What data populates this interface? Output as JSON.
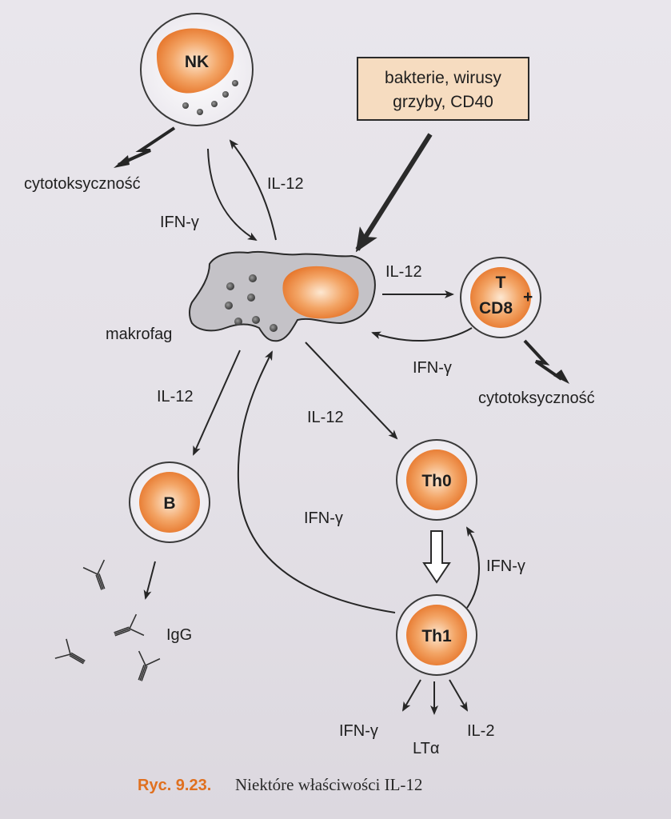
{
  "cells": {
    "nk": "NK",
    "t_cd8_top": "T",
    "t_cd8_bottom": "CD8",
    "t_cd8_sup": "+",
    "b": "B",
    "th0": "Th0",
    "th1": "Th1"
  },
  "stimulus_box": {
    "line1": "bakterie, wirusy",
    "line2": "grzyby, CD40"
  },
  "labels": {
    "macrophage": "makrofag",
    "nk_effect": "cytotoksyczność",
    "cd8_effect": "cytotoksyczność",
    "il12_to_nk": "IL-12",
    "ifng_from_nk": "IFN-γ",
    "il12_to_cd8": "IL-12",
    "ifng_from_cd8": "IFN-γ",
    "il12_to_b": "IL-12",
    "il12_to_th0": "IL-12",
    "ifng_from_th1_to_macrophage": "IFN-γ",
    "ifng_th1_to_th0": "IFN-γ",
    "igg": "IgG",
    "out_ifng": "IFN-γ",
    "out_lta": "LTα",
    "out_il2": "IL-2"
  },
  "caption": {
    "number": "Ryc. 9.23.",
    "text": "Niektóre właściwości IL-12"
  },
  "colors": {
    "cell_orange": "#ee8a3c",
    "cell_light": "#fde8d2",
    "box_fill": "#f6dcc0",
    "macrophage_fill": "#c4c2c7",
    "caption_accent": "#e0701f"
  }
}
